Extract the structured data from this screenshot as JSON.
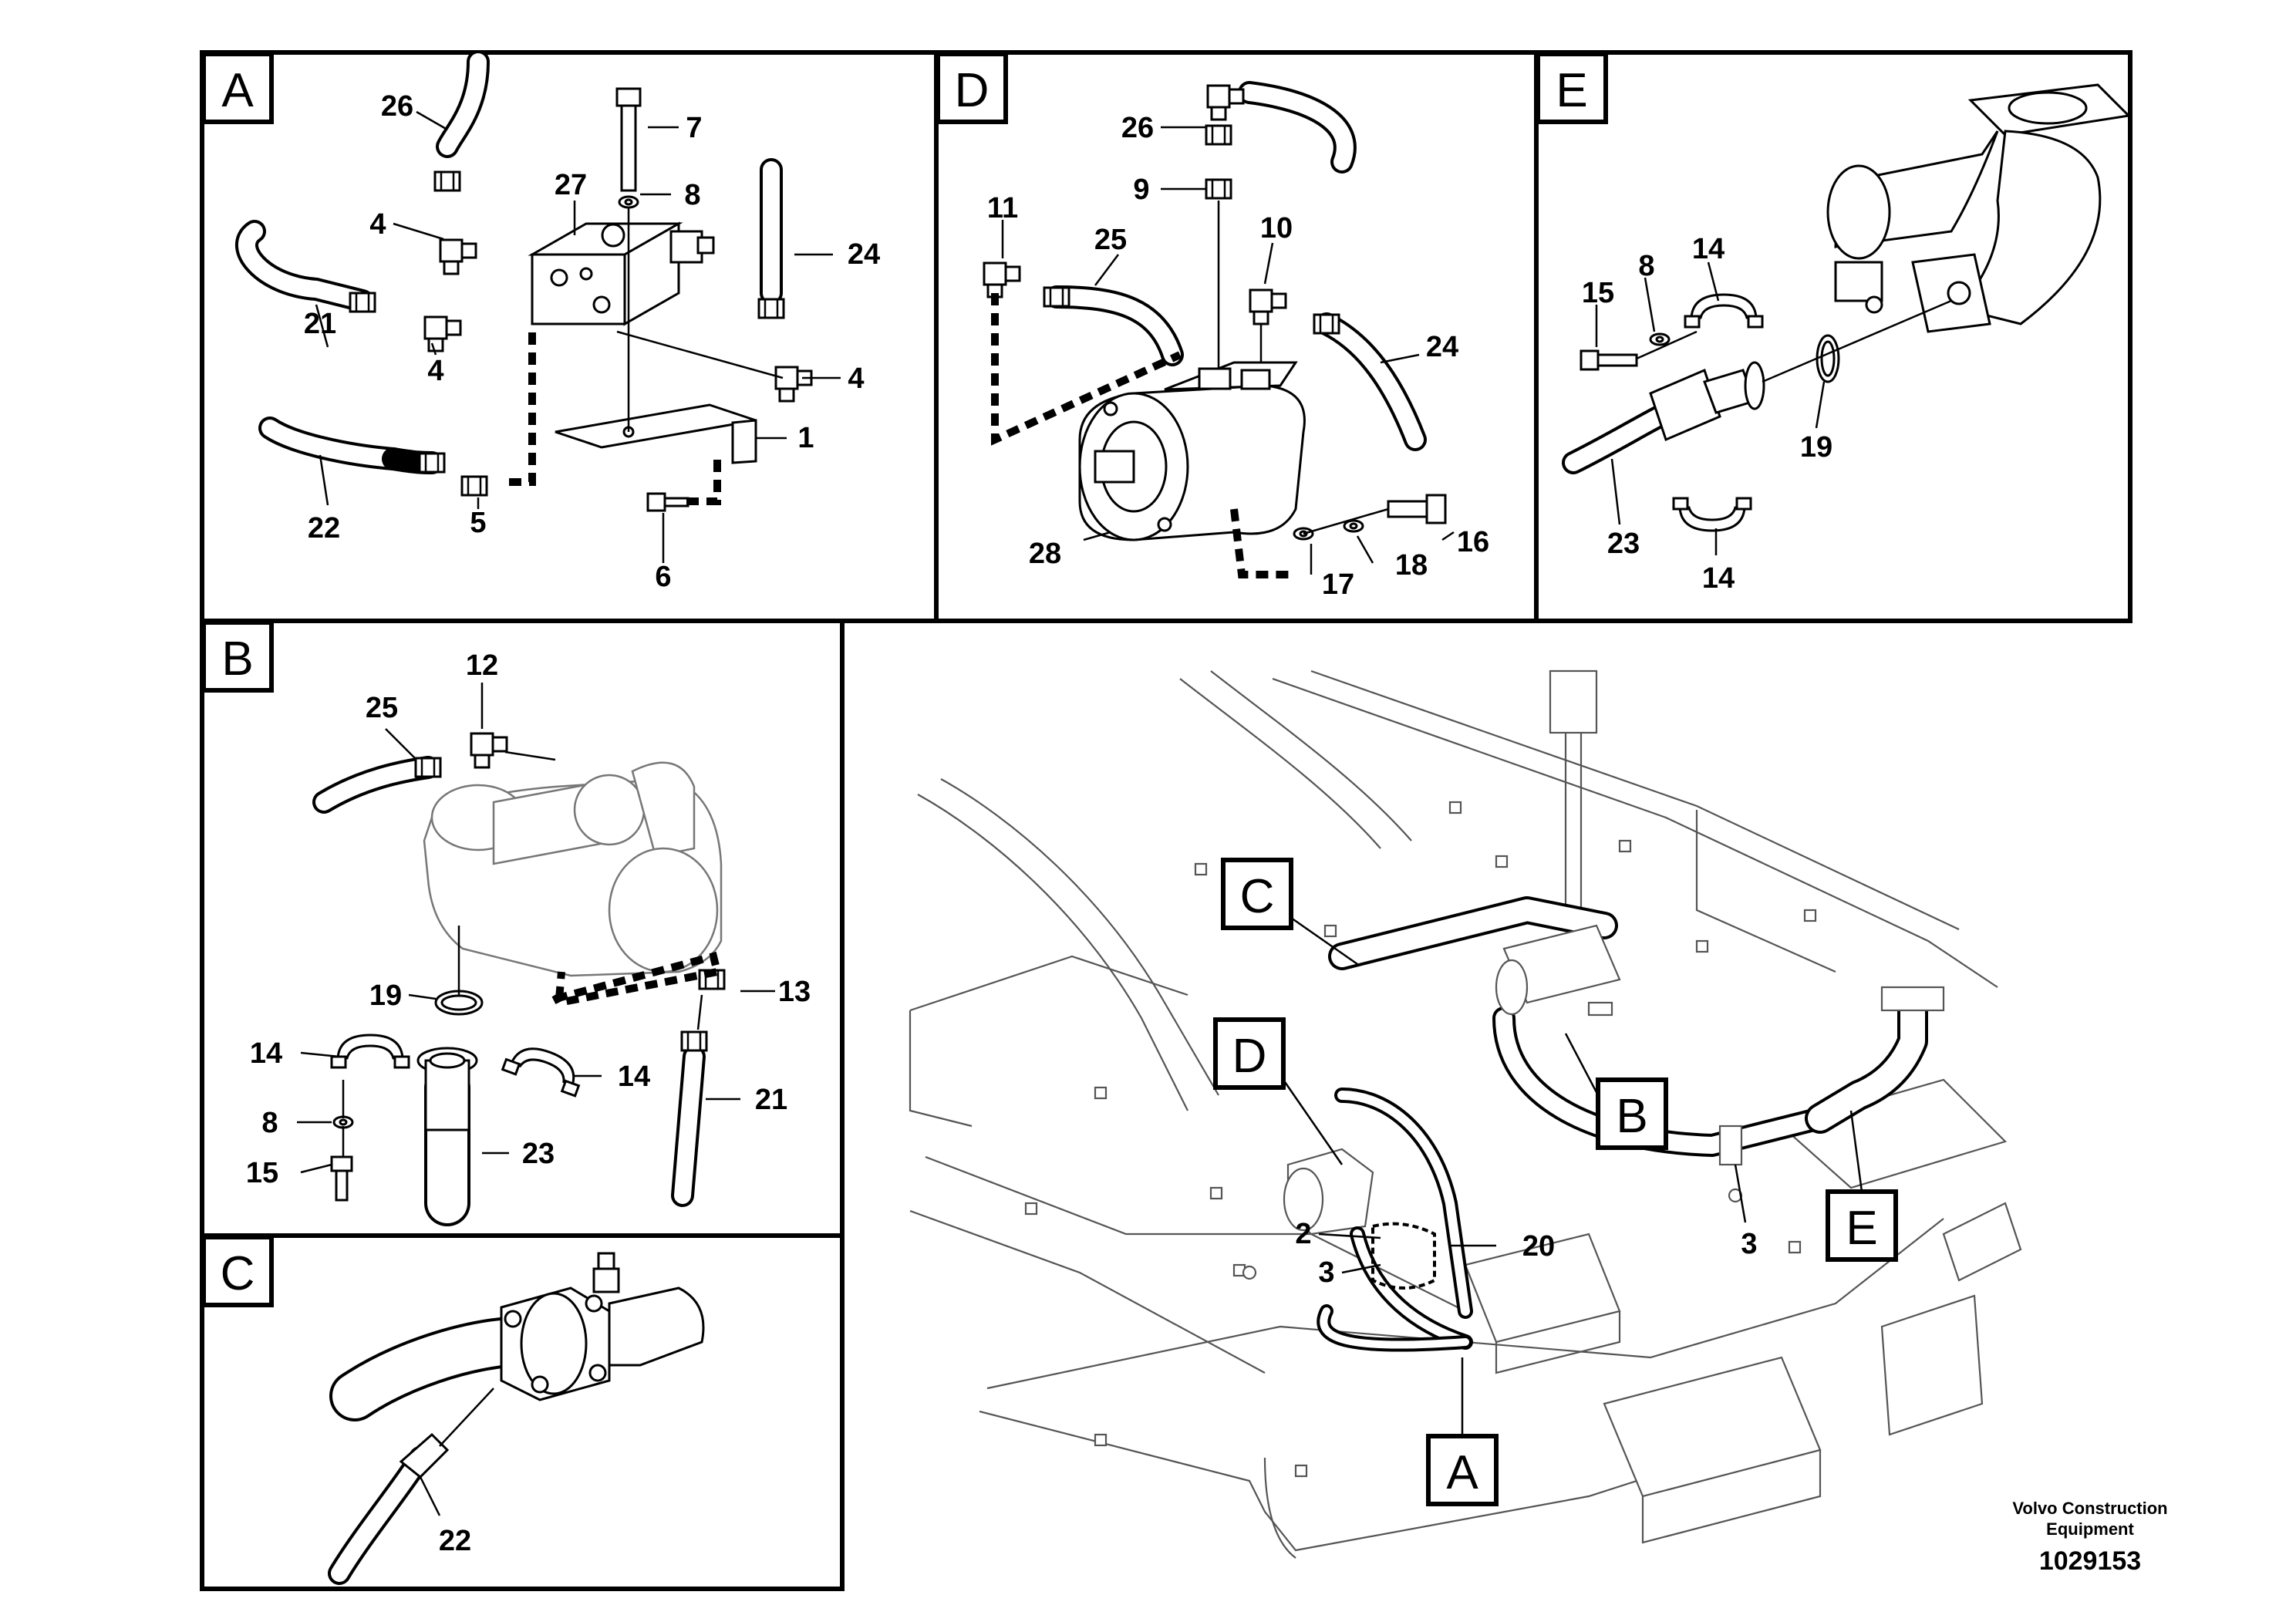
{
  "panels": {
    "A": {
      "label": "A",
      "callouts": {
        "c1": "1",
        "c4a": "4",
        "c4b": "4",
        "c4c": "4",
        "c5": "5",
        "c6": "6",
        "c7": "7",
        "c8": "8",
        "c21": "21",
        "c22": "22",
        "c24": "24",
        "c26": "26",
        "c27": "27"
      }
    },
    "D": {
      "label": "D",
      "callouts": {
        "c9": "9",
        "c10": "10",
        "c11": "11",
        "c16": "16",
        "c17": "17",
        "c18": "18",
        "c24": "24",
        "c25": "25",
        "c26": "26",
        "c28": "28"
      }
    },
    "E": {
      "label": "E",
      "callouts": {
        "c8": "8",
        "c14a": "14",
        "c14b": "14",
        "c15": "15",
        "c19": "19",
        "c23": "23"
      }
    },
    "B": {
      "label": "B",
      "callouts": {
        "c8": "8",
        "c12": "12",
        "c13": "13",
        "c14a": "14",
        "c14b": "14",
        "c15": "15",
        "c19": "19",
        "c21": "21",
        "c23": "23",
        "c25": "25"
      }
    },
    "C": {
      "label": "C",
      "callouts": {
        "c22": "22"
      }
    },
    "overview": {
      "badges": {
        "A": "A",
        "B": "B",
        "C": "C",
        "D": "D",
        "E": "E"
      },
      "callouts": {
        "c2": "2",
        "c3a": "3",
        "c3b": "3",
        "c20": "20"
      }
    }
  },
  "footer": {
    "line1": "Volvo Construction",
    "line2": "Equipment",
    "drawing_number": "1029153"
  },
  "icons": [
    "hose-icon",
    "elbow-fitting-icon",
    "pump-icon",
    "flange-clamp-icon",
    "o-ring-icon",
    "bolt-icon",
    "washer-icon"
  ]
}
